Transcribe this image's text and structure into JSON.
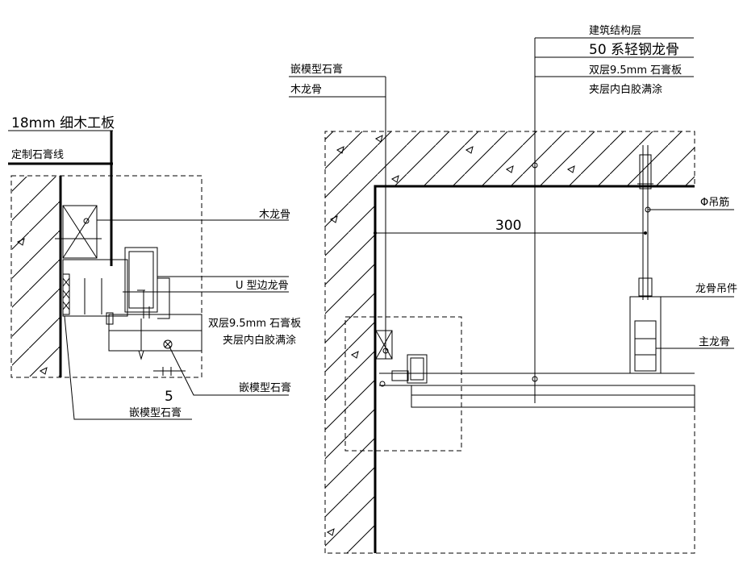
{
  "left_detail": {
    "labels": {
      "wood_board": "18mm 细木工板",
      "custom_cornice": "定制石膏线",
      "wood_keel": "木龙骨",
      "u_edge_keel": "U 型边龙骨",
      "double_gypsum_line1": "双层9.5mm 石膏板",
      "double_gypsum_line2": "夹层内白胶满涂",
      "inlay_gypsum_right": "嵌模型石膏",
      "inlay_gypsum_bottom": "嵌模型石膏",
      "dim_5": "5"
    }
  },
  "right_detail": {
    "labels": {
      "structure_layer": "建筑结构层",
      "light_steel_keel": "50 系轻钢龙骨",
      "double_gypsum_line1": "双层9.5mm 石膏板",
      "double_gypsum_line2": "夹层内白胶满涂",
      "inlay_gypsum": "嵌模型石膏",
      "wood_keel": "木龙骨",
      "hanger_bar": "Φ吊筋",
      "keel_hanger": "龙骨吊件",
      "main_keel": "主龙骨",
      "dim_300": "300"
    }
  }
}
